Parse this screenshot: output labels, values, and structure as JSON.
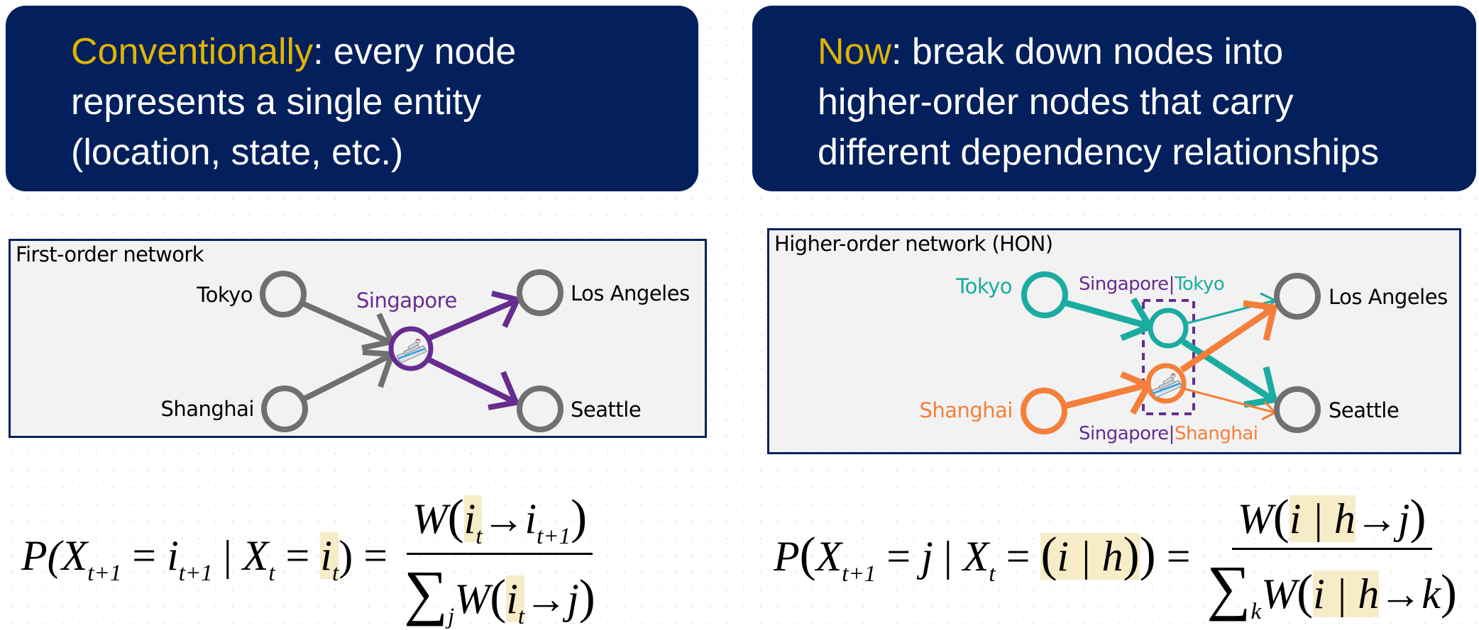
{
  "banners": {
    "left": {
      "accent_word": "Conventionally",
      "line1_rest": ": every node",
      "line2": "represents a single entity",
      "line3": "(location, state, etc.)"
    },
    "right": {
      "accent_word": "Now",
      "line1_rest": ": break down nodes into",
      "line2": "higher-order nodes that carry",
      "line3": "different dependency relationships"
    }
  },
  "colors": {
    "banner_bg": "#03205c",
    "accent_yellow": "#e0b400",
    "node_gray": "#707070",
    "singapore_purple": "#662d91",
    "tokyo_teal": "#1aaca0",
    "shanghai_orange": "#f47f3a",
    "highlight": "#f7ecc8"
  },
  "first_order": {
    "title": "First-order network",
    "nodes": {
      "tokyo": "Tokyo",
      "shanghai": "Shanghai",
      "singapore": "Singapore",
      "los_angeles": "Los Angeles",
      "seattle": "Seattle"
    },
    "edges": [
      {
        "from": "Tokyo",
        "to": "Singapore"
      },
      {
        "from": "Shanghai",
        "to": "Singapore"
      },
      {
        "from": "Singapore",
        "to": "Los Angeles"
      },
      {
        "from": "Singapore",
        "to": "Seattle"
      }
    ]
  },
  "higher_order": {
    "title": "Higher-order network (HON)",
    "nodes": {
      "tokyo": "Tokyo",
      "shanghai": "Shanghai",
      "sing_tokyo_a": "Singapore",
      "sing_tokyo_b": "Tokyo",
      "sing_shanghai_a": "Singapore",
      "sing_shanghai_b": "Shanghai",
      "separator": "|",
      "los_angeles": "Los Angeles",
      "seattle": "Seattle"
    },
    "edges": [
      {
        "from": "Tokyo",
        "to": "Singapore|Tokyo",
        "weight": "strong"
      },
      {
        "from": "Shanghai",
        "to": "Singapore|Shanghai",
        "weight": "strong"
      },
      {
        "from": "Singapore|Tokyo",
        "to": "Los Angeles",
        "weight": "weak"
      },
      {
        "from": "Singapore|Tokyo",
        "to": "Seattle",
        "weight": "strong"
      },
      {
        "from": "Singapore|Shanghai",
        "to": "Los Angeles",
        "weight": "strong"
      },
      {
        "from": "Singapore|Shanghai",
        "to": "Seattle",
        "weight": "weak"
      }
    ]
  },
  "formulas": {
    "left": {
      "lhs_P": "P(",
      "X": "X",
      "t1": "t+1",
      "eq": " = ",
      "i": "i",
      "bar": " | ",
      "t": "t",
      "close": ")",
      "num_W": "W",
      "arrow": "→",
      "sum": "∑",
      "j": "j"
    },
    "right": {
      "P": "P",
      "X": "X",
      "t1": "t+1",
      "eq": " = ",
      "j": "j",
      "bar": " | ",
      "t": "t",
      "ih": "i | h",
      "W": "W",
      "arrow": "→",
      "sum": "∑",
      "k": "k"
    }
  }
}
